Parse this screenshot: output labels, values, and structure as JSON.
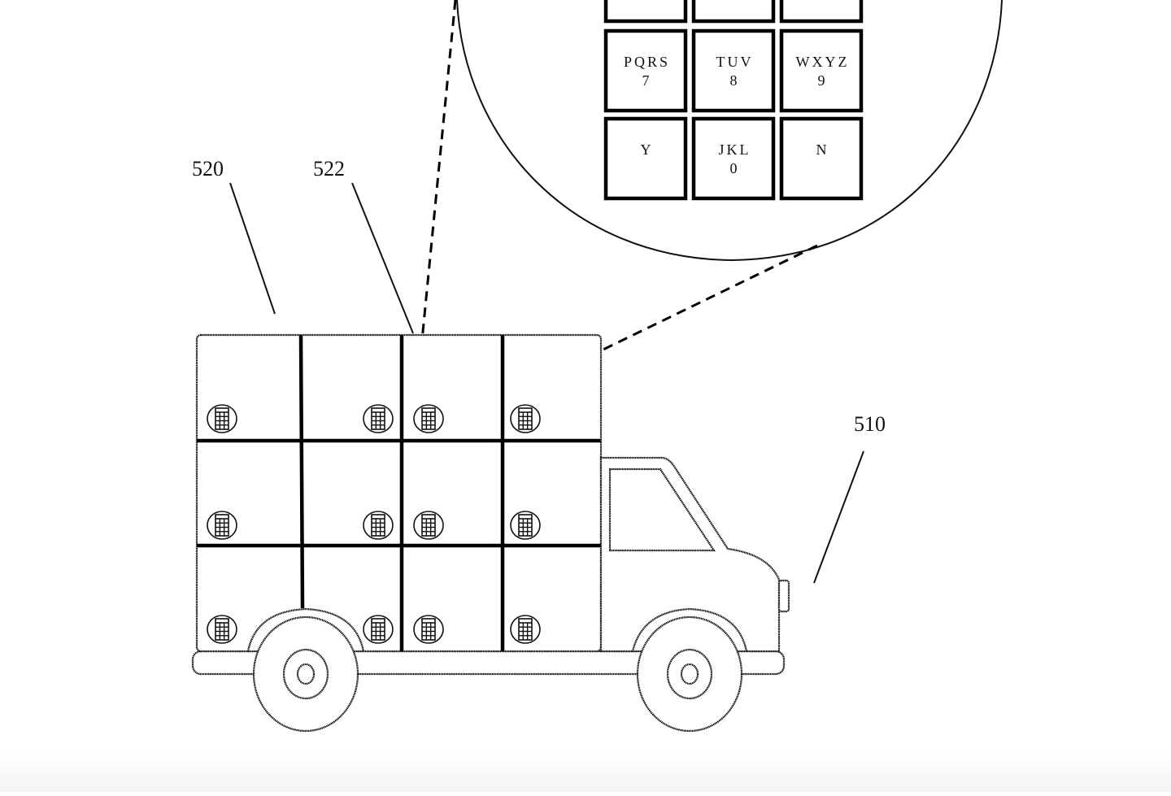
{
  "figure": {
    "reference_labels": [
      {
        "id": "lockers",
        "text": "520"
      },
      {
        "id": "locker-unit",
        "text": "522"
      },
      {
        "id": "vehicle",
        "text": "510"
      }
    ],
    "keypad_magnified": {
      "rows": [
        [
          {
            "letters": "",
            "digit": ""
          },
          {
            "letters": "",
            "digit": ""
          },
          {
            "letters": "",
            "digit": ""
          }
        ],
        [
          {
            "letters": "PQRS",
            "digit": "7"
          },
          {
            "letters": "TUV",
            "digit": "8"
          },
          {
            "letters": "WXYZ",
            "digit": "9"
          }
        ],
        [
          {
            "letters": "Y",
            "digit": ""
          },
          {
            "letters": "JKL",
            "digit": "0"
          },
          {
            "letters": "N",
            "digit": ""
          }
        ]
      ]
    },
    "truck": {
      "locker_grid": {
        "columns": 4,
        "rows": 3
      },
      "keypad_icons_per_row": 4,
      "keypad_icon": "keypad-icon"
    }
  }
}
